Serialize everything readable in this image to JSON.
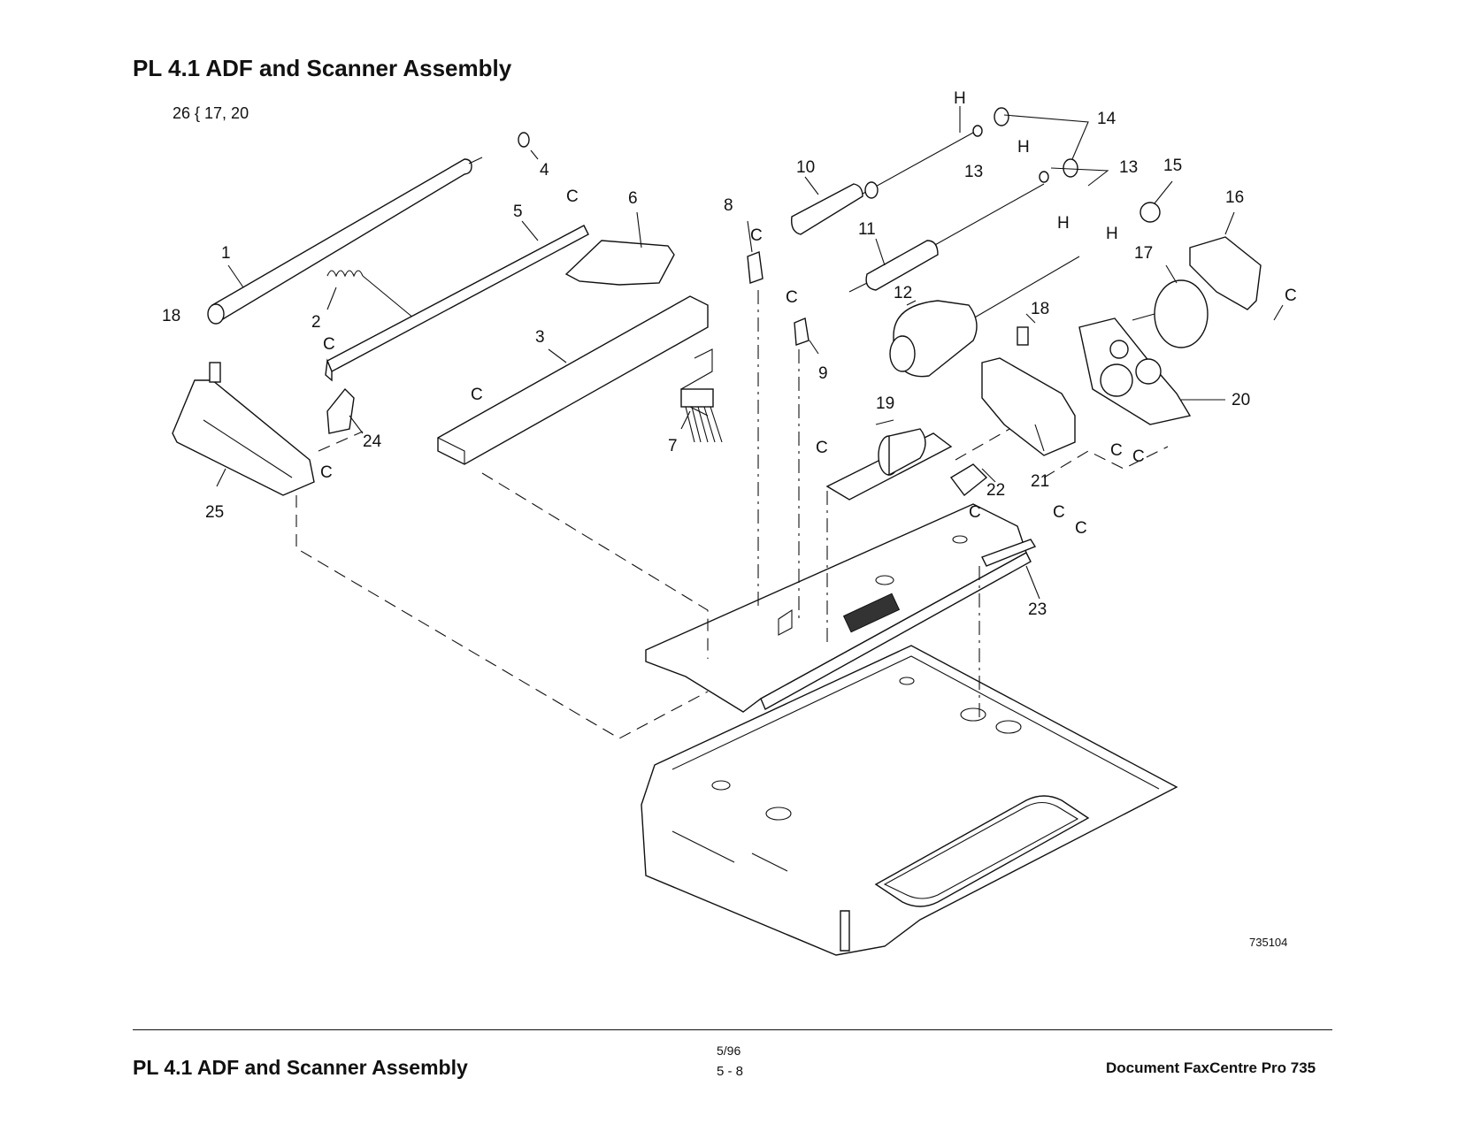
{
  "page": {
    "title": "PL 4.1 ADF and Scanner Assembly",
    "subtitle": "26 { 17, 20",
    "figure_id": "735104"
  },
  "callouts": {
    "c1": "1",
    "c2": "2",
    "c3": "3",
    "c4": "4",
    "c5": "5",
    "c6": "6",
    "c7": "7",
    "c8": "8",
    "c9": "9",
    "c10": "10",
    "c11": "11",
    "c12": "12",
    "c13a": "13",
    "c13b": "13",
    "c14": "14",
    "c15": "15",
    "c16": "16",
    "c17": "17",
    "c18a": "18",
    "c18b": "18",
    "c19": "19",
    "c20": "20",
    "c21": "21",
    "c22": "22",
    "c23": "23",
    "c24": "24",
    "c25": "25",
    "H": "H",
    "C": "C"
  },
  "footer": {
    "left": "PL 4.1 ADF and Scanner Assembly",
    "date": "5/96",
    "page": "5 - 8",
    "right": "Document FaxCentre Pro 735"
  }
}
